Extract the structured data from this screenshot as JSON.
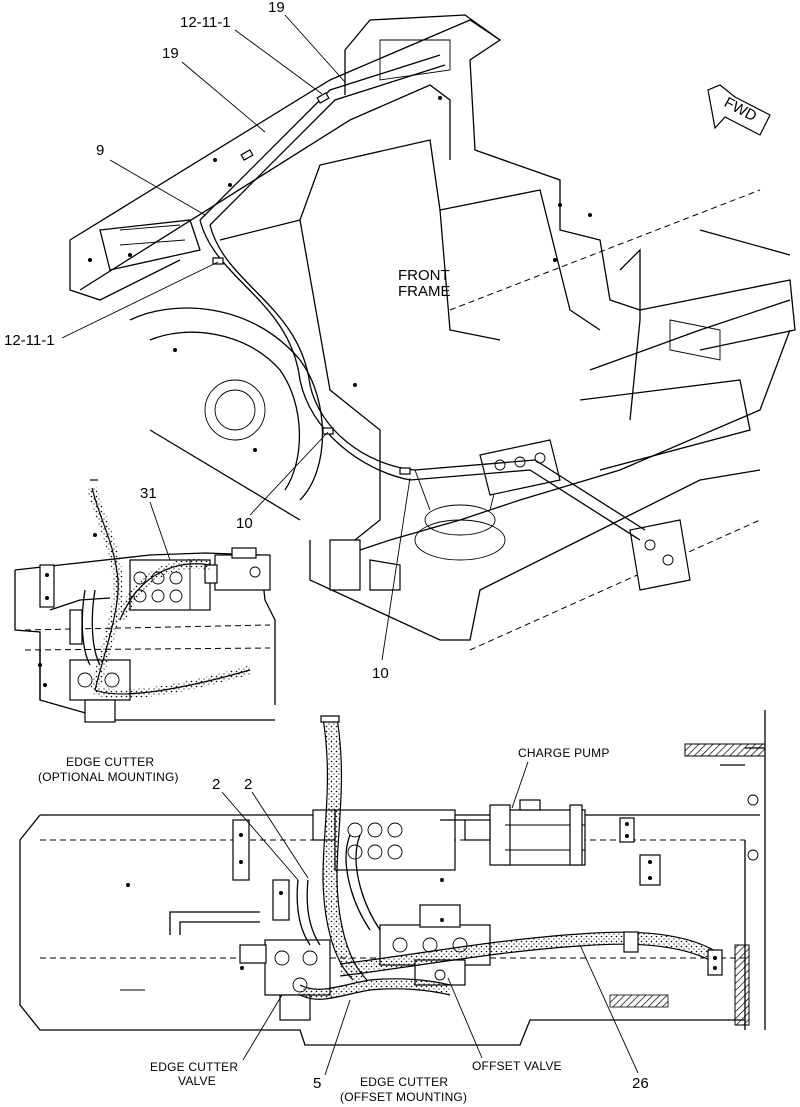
{
  "labels": {
    "lbl_12_11_1_top": "12-11-1",
    "lbl_19_top": "19",
    "lbl_19_left": "19",
    "lbl_9": "9",
    "lbl_12_11_1_left": "12-11-1",
    "lbl_front_frame_1": "FRONT",
    "lbl_front_frame_2": "FRAME",
    "lbl_fwd": "FWD",
    "lbl_31": "31",
    "lbl_10_a": "10",
    "lbl_10_b": "10",
    "lbl_edge_cutter_opt_1": "EDGE CUTTER",
    "lbl_edge_cutter_opt_2": "(OPTIONAL MOUNTING)",
    "lbl_charge_pump": "CHARGE PUMP",
    "lbl_2_a": "2",
    "lbl_2_b": "2",
    "lbl_edge_cutter_valve_1": "EDGE CUTTER",
    "lbl_edge_cutter_valve_2": "VALVE",
    "lbl_5": "5",
    "lbl_edge_cutter_offset_1": "EDGE CUTTER",
    "lbl_edge_cutter_offset_2": "(OFFSET MOUNTING)",
    "lbl_offset_valve": "OFFSET VALVE",
    "lbl_26": "26"
  }
}
